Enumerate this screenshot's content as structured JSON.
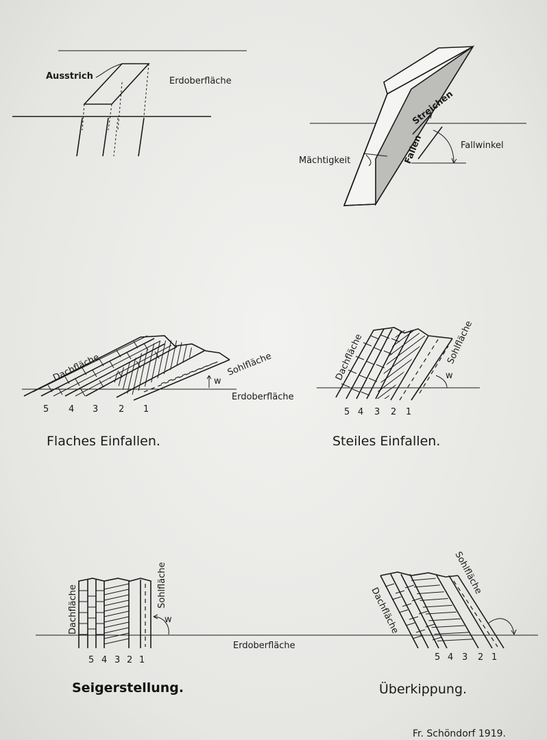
{
  "top_left": {
    "outcrop_label": "Ausstrich",
    "surface_label": "Erdoberfläche"
  },
  "top_right": {
    "strike_label": "Streichen",
    "dip_label": "Fallen",
    "thickness_label": "Mächtigkeit",
    "dip_angle_label": "Fallwinkel"
  },
  "flat": {
    "hanging_label": "Dachfläche",
    "foot_label": "Sohlfläche",
    "angle_label": "w",
    "surface_label": "Erdoberfläche",
    "layer_numbers": [
      "5",
      "4",
      "3",
      "2",
      "1"
    ],
    "caption": "Flaches Einfallen."
  },
  "steep": {
    "hanging_label": "Dachfläche",
    "foot_label": "Sohlfläche",
    "angle_label": "w",
    "layer_numbers": [
      "5",
      "4",
      "3",
      "2",
      "1"
    ],
    "caption": "Steiles Einfallen."
  },
  "vertical": {
    "hanging_label": "Dachfläche",
    "foot_label": "Sohlfläche",
    "angle_label": "w",
    "layer_numbers": [
      "5",
      "4",
      "3",
      "2",
      "1"
    ],
    "caption": "Seigerstellung."
  },
  "overturned": {
    "hanging_label": "Dachfläche",
    "foot_label": "Sohlfläche",
    "layer_numbers": [
      "5",
      "4",
      "3",
      "2",
      "1"
    ],
    "caption": "Überkippung."
  },
  "bottom_surface_label": "Erdoberfläche",
  "signature": "Fr. Schöndorf 1919."
}
